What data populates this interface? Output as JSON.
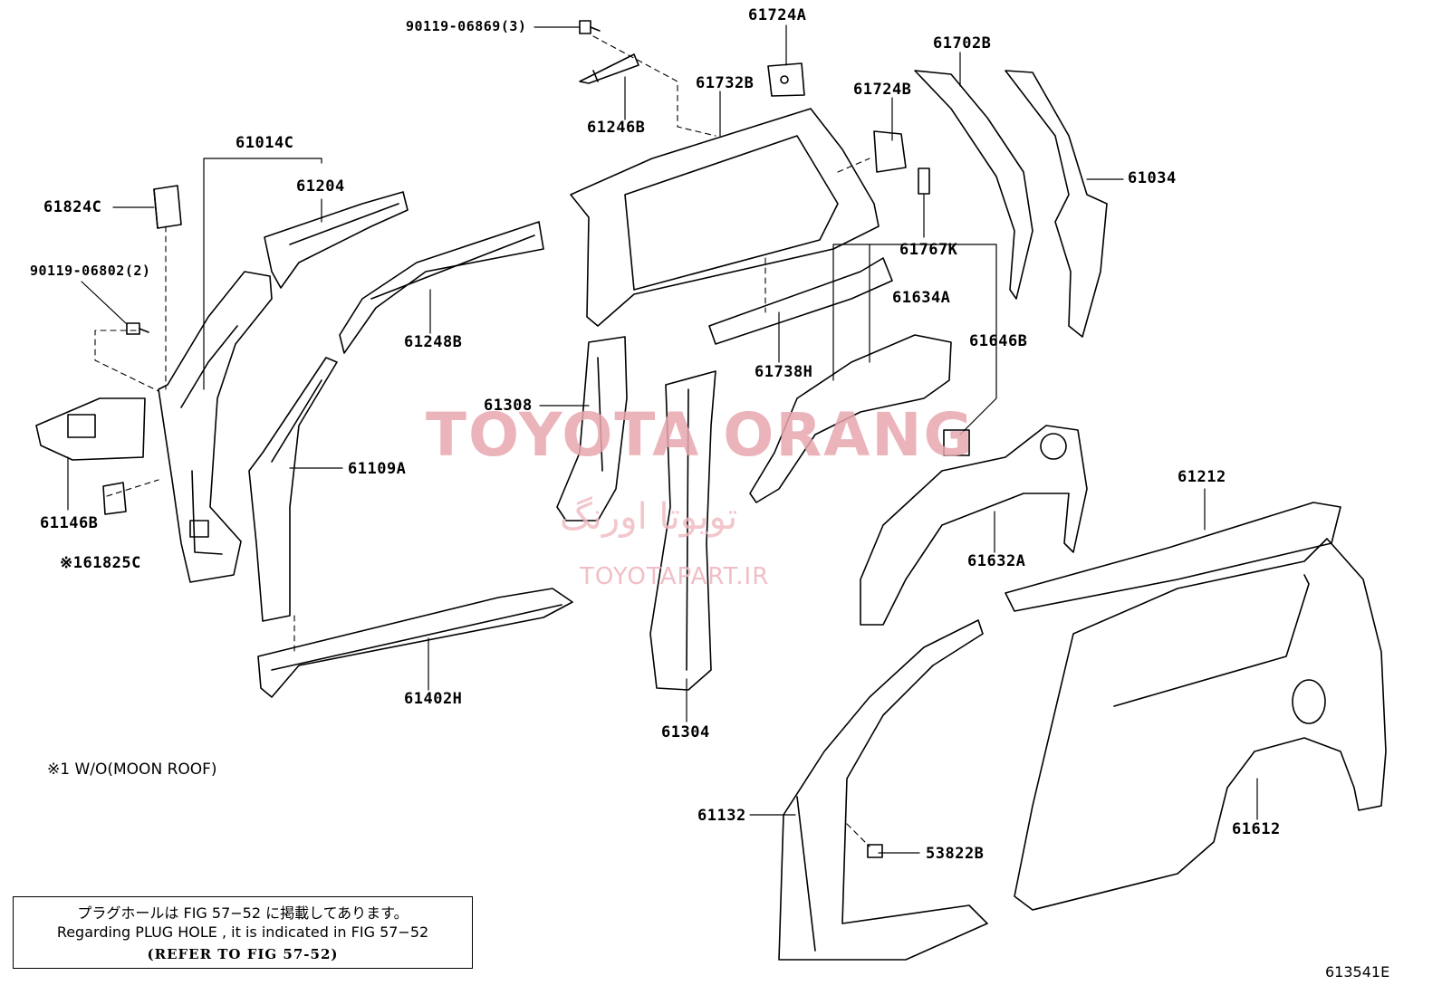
{
  "part_labels": [
    {
      "id": "p1",
      "text": "90119-06869(3)"
    },
    {
      "id": "p2",
      "text": "61724A"
    },
    {
      "id": "p3",
      "text": "61702B"
    },
    {
      "id": "p4",
      "text": "61732B"
    },
    {
      "id": "p5",
      "text": "61724B"
    },
    {
      "id": "p6",
      "text": "61246B"
    },
    {
      "id": "p7",
      "text": "61034"
    },
    {
      "id": "p8",
      "text": "61014C"
    },
    {
      "id": "p9",
      "text": "61204"
    },
    {
      "id": "p10",
      "text": "61824C"
    },
    {
      "id": "p11",
      "text": "61767K"
    },
    {
      "id": "p12",
      "text": "90119-06802(2)"
    },
    {
      "id": "p13",
      "text": "61634A"
    },
    {
      "id": "p14",
      "text": "61248B"
    },
    {
      "id": "p15",
      "text": "61646B"
    },
    {
      "id": "p16",
      "text": "61738H"
    },
    {
      "id": "p17",
      "text": "61308"
    },
    {
      "id": "p18",
      "text": "61109A"
    },
    {
      "id": "p19",
      "text": "61212"
    },
    {
      "id": "p20",
      "text": "61146B"
    },
    {
      "id": "p21",
      "text": "※161825C"
    },
    {
      "id": "p22",
      "text": "61632A"
    },
    {
      "id": "p23",
      "text": "61402H"
    },
    {
      "id": "p24",
      "text": "61304"
    },
    {
      "id": "p25",
      "text": "61132"
    },
    {
      "id": "p26",
      "text": "61612"
    },
    {
      "id": "p27",
      "text": "53822B"
    }
  ],
  "footnote": "※1 W/O(MOON ROOF)",
  "note_box": {
    "line_jp": "プラグホールは FIG  57−52 に掲載してあります。",
    "line_en": "Regarding  PLUG  HOLE , it is indicated in  FIG  57−52",
    "line_ref": "(REFER TO FIG 57-52)"
  },
  "figure_id": "613541E",
  "watermark": {
    "main": "TOYOTA ORANG",
    "persian": "تويوتا اورنگ",
    "site": "TOYOTAPART.IR"
  },
  "colors": {
    "line": "#000000",
    "watermark": "#e8a6ae",
    "background": "#ffffff"
  }
}
